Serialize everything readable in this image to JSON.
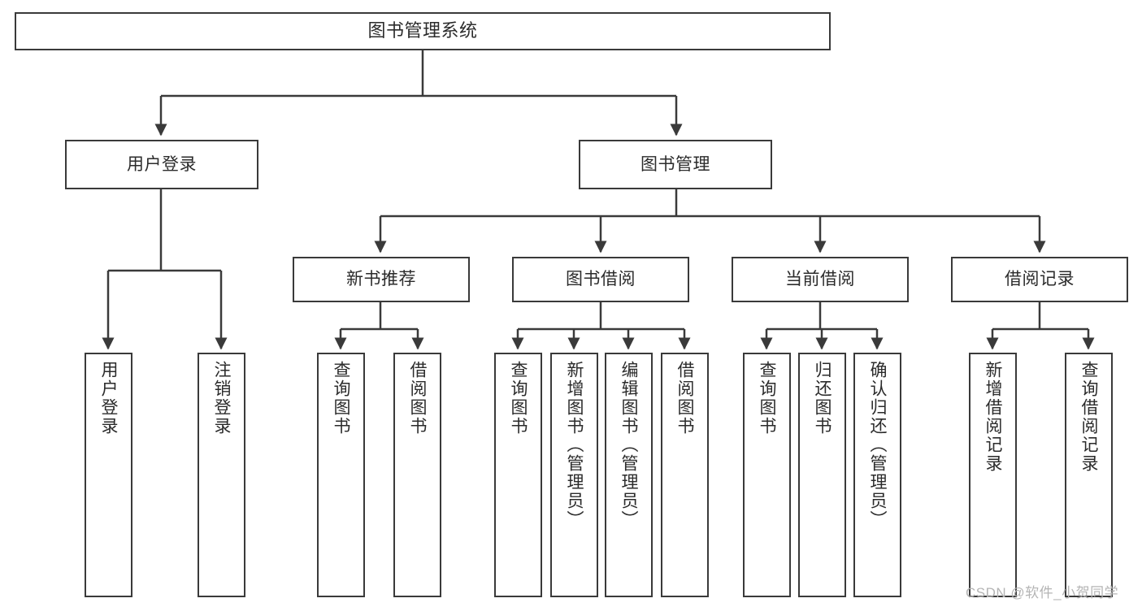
{
  "diagram": {
    "title": "图书管理系统",
    "type": "功能结构图",
    "line_color": "#3a3a3a",
    "text_color": "#2b2b2b",
    "background": "#ffffff"
  },
  "nodes": {
    "root": {
      "label": "图书管理系统"
    },
    "level1": [
      {
        "label": "用户登录"
      },
      {
        "label": "图书管理"
      }
    ],
    "level2": [
      {
        "label": "新书推荐"
      },
      {
        "label": "图书借阅"
      },
      {
        "label": "当前借阅"
      },
      {
        "label": "借阅记录"
      }
    ],
    "leaves": {
      "user_login": [
        {
          "label": "用户登录"
        },
        {
          "label": "注销登录"
        }
      ],
      "new_book": [
        {
          "label": "查询图书"
        },
        {
          "label": "借阅图书"
        }
      ],
      "book_borrow": [
        {
          "label": "查询图书"
        },
        {
          "label": "新增图书（管理员）"
        },
        {
          "label": "编辑图书（管理员）"
        },
        {
          "label": "借阅图书"
        }
      ],
      "current_borrow": [
        {
          "label": "查询图书"
        },
        {
          "label": "归还图书"
        },
        {
          "label": "确认归还（管理员）"
        }
      ],
      "borrow_record": [
        {
          "label": "新增借阅记录"
        },
        {
          "label": "查询借阅记录"
        }
      ]
    }
  },
  "watermark": {
    "text": "CSDN @软件_小贺同学"
  }
}
